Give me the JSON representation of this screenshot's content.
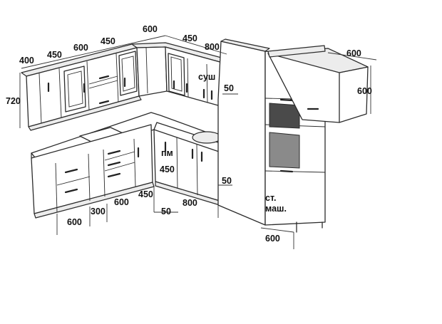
{
  "dimensions": {
    "upper_400": "400",
    "upper_450_a": "450",
    "upper_600_a": "600",
    "upper_450_b": "450",
    "upper_600_corner": "600",
    "upper_450_c": "450",
    "upper_800": "800",
    "height_720": "720",
    "depth_50_a": "50",
    "tall_600_top": "600",
    "tall_600_side": "600",
    "base_600_left": "600",
    "base_300": "300",
    "base_600_mid": "600",
    "base_450_corner": "450",
    "depth_50_b": "50",
    "base_800": "800",
    "depth_50_c": "50",
    "dishwasher_450": "450",
    "tall_600_bottom": "600"
  },
  "labels": {
    "dryer": "суш",
    "dishwasher": "пм",
    "washer_line1": "ст.",
    "washer_line2": "маш."
  }
}
